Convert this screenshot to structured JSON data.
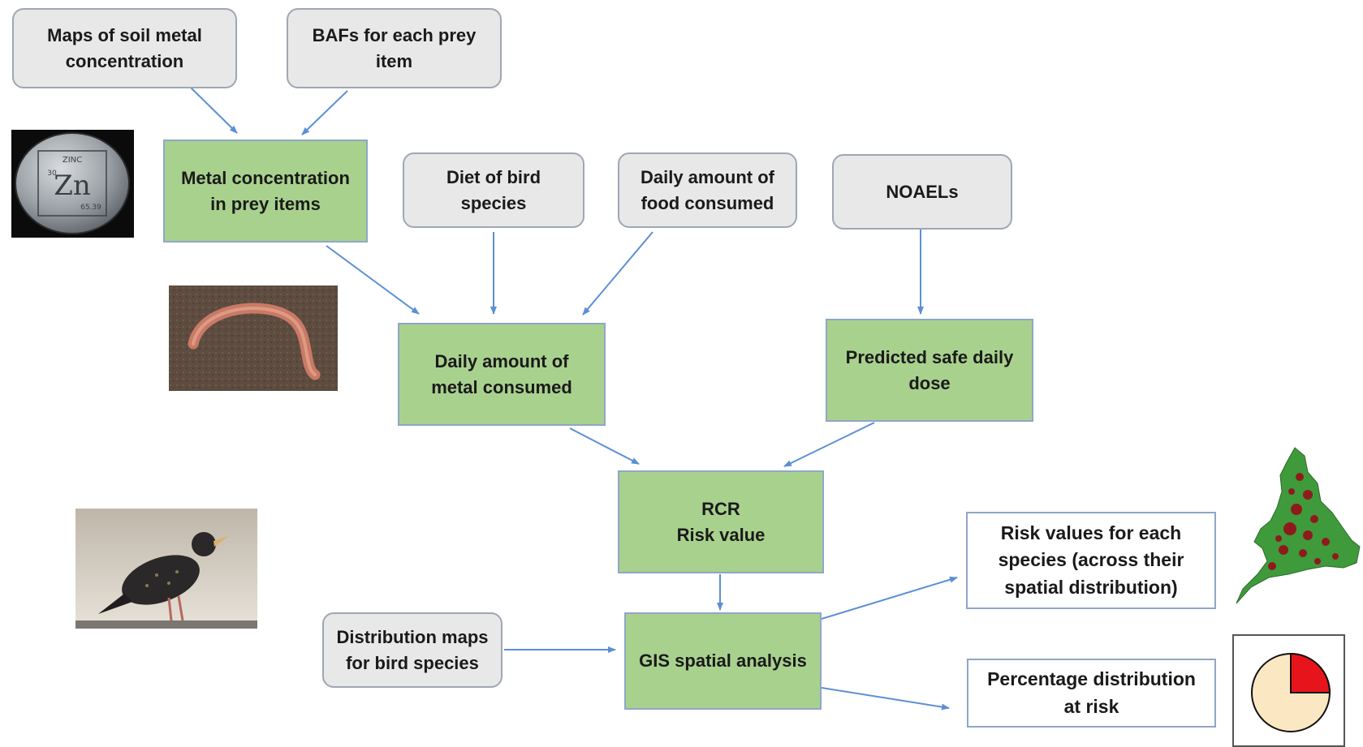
{
  "nodes": {
    "soil_maps": "Maps of soil metal\nconcentration",
    "bafs": "BAFs for each prey\nitem",
    "metal_prey": "Metal concentration\nin prey items",
    "diet": "Diet of bird\nspecies",
    "daily_food": "Daily amount of\nfood consumed",
    "noaels": "NOAELs",
    "daily_metal": "Daily amount of\nmetal consumed",
    "safe_dose": "Predicted safe daily\ndose",
    "rcr": "RCR\nRisk value",
    "distribution_maps": "Distribution maps\nfor bird species",
    "gis": "GIS spatial analysis",
    "risk_values": "Risk values for each\nspecies (across their\nspatial distribution)",
    "percentage": "Percentage distribution\nat risk"
  },
  "zinc_tile": {
    "symbol": "Zn",
    "name": "ZINC",
    "number": "30",
    "mass": "65.39"
  },
  "pie": {
    "at_risk_fraction": 0.25,
    "at_risk_color": "#e8141b",
    "safe_color": "#fbe7c1"
  },
  "colors": {
    "arrow": "#5b8fd4",
    "green_box": "#a9d18e",
    "grey_box": "#e8e8e9"
  }
}
